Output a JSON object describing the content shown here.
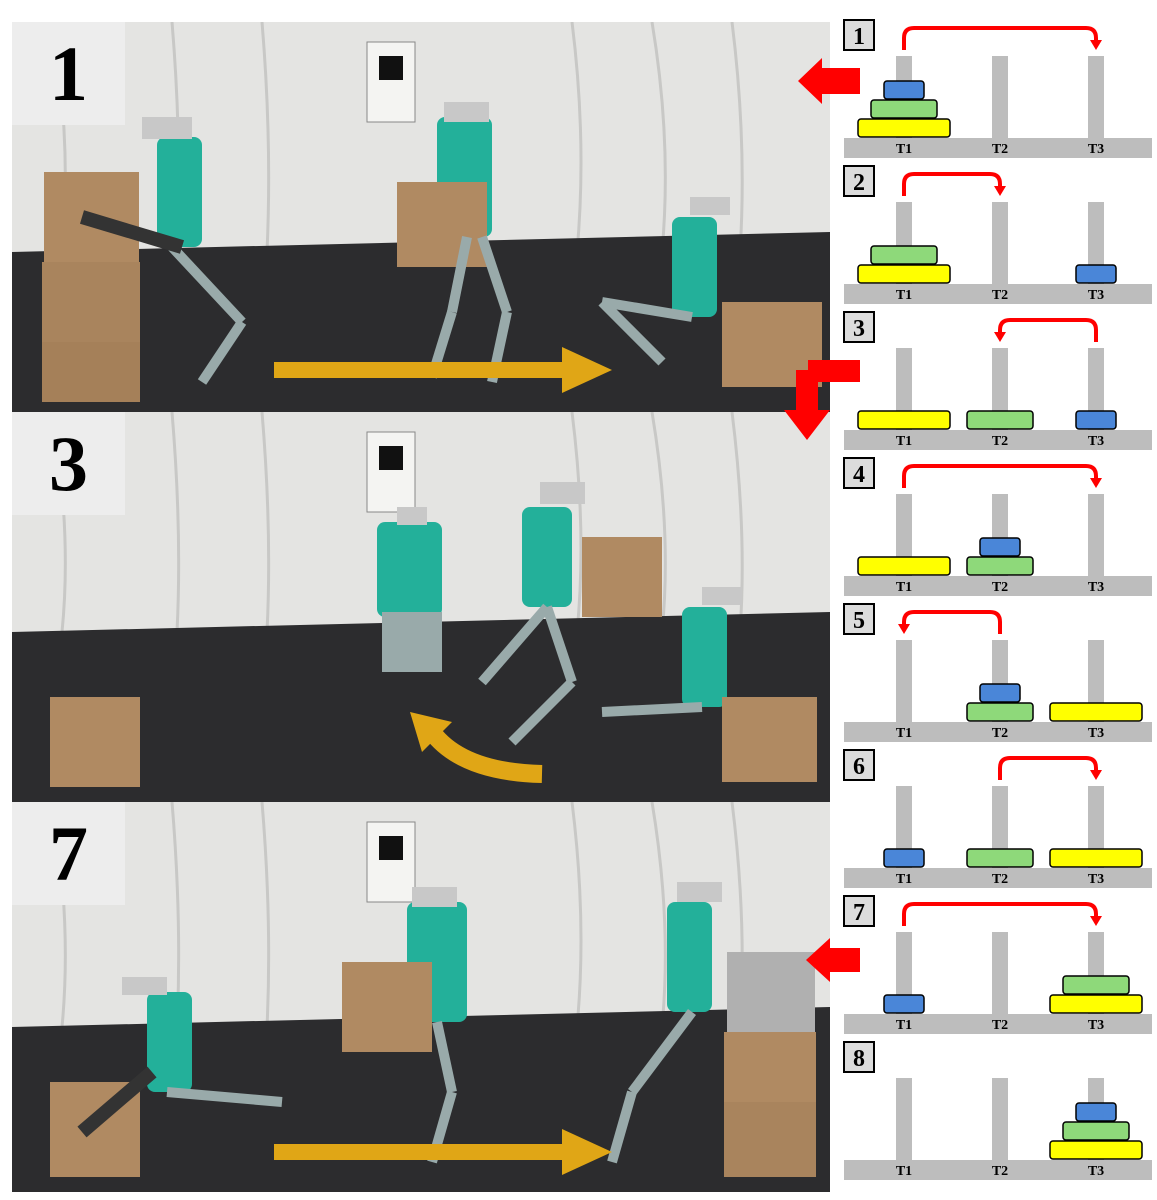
{
  "photos": [
    {
      "step_label": "1",
      "motion": "straight arrow left-to-right"
    },
    {
      "step_label": "3",
      "motion": "curved arrow turning left"
    },
    {
      "step_label": "7",
      "motion": "straight arrow left-to-right"
    }
  ],
  "hanoi": {
    "tower_labels": [
      "T1",
      "T2",
      "T3"
    ],
    "disk_colors": {
      "small": "#4a86d8",
      "medium": "#8ed97a",
      "large": "#ffff00"
    },
    "arrow_color": "#ff0000",
    "steps": [
      {
        "number": "1",
        "towers": [
          [
            "large",
            "medium",
            "small"
          ],
          [],
          []
        ],
        "move_from": 0,
        "move_to": 2
      },
      {
        "number": "2",
        "towers": [
          [
            "large",
            "medium"
          ],
          [],
          [
            "small"
          ]
        ],
        "move_from": 0,
        "move_to": 1
      },
      {
        "number": "3",
        "towers": [
          [
            "large"
          ],
          [
            "medium"
          ],
          [
            "small"
          ]
        ],
        "move_from": 2,
        "move_to": 1
      },
      {
        "number": "4",
        "towers": [
          [
            "large"
          ],
          [
            "medium",
            "small"
          ],
          []
        ],
        "move_from": 0,
        "move_to": 2
      },
      {
        "number": "5",
        "towers": [
          [],
          [
            "medium",
            "small"
          ],
          [
            "large"
          ]
        ],
        "move_from": 1,
        "move_to": 0
      },
      {
        "number": "6",
        "towers": [
          [
            "small"
          ],
          [
            "medium"
          ],
          [
            "large"
          ]
        ],
        "move_from": 1,
        "move_to": 2
      },
      {
        "number": "7",
        "towers": [
          [
            "small"
          ],
          [],
          [
            "large",
            "medium"
          ]
        ],
        "move_from": 0,
        "move_to": 2
      },
      {
        "number": "8",
        "towers": [
          [],
          [],
          [
            "large",
            "medium",
            "small"
          ]
        ],
        "move_from": null,
        "move_to": null
      }
    ]
  }
}
